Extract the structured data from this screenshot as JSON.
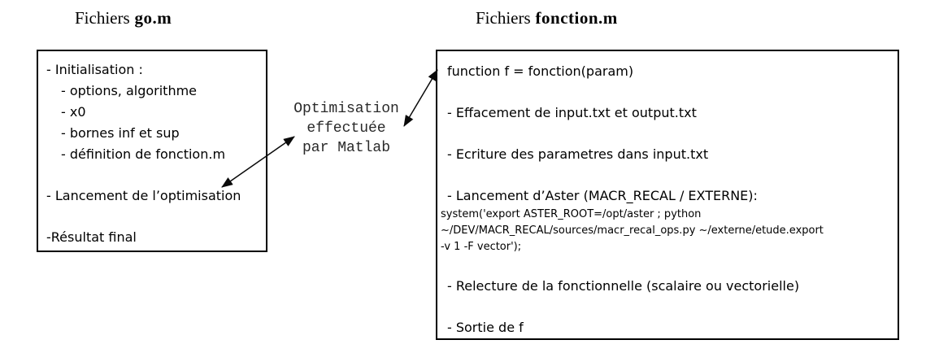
{
  "colors": {
    "background": "#ffffff",
    "ink": "#000000",
    "connector_text": "#2a2a2a"
  },
  "left_panel": {
    "title_prefix": "Fichiers",
    "title_filename": "go.m",
    "lines": {
      "initialisation": "- Initialisation :",
      "options": "- options, algorithme",
      "x0": "- x0",
      "bornes": "- bornes inf et sup",
      "definition": "- définition de fonction.m",
      "lancement": "- Lancement de l’optimisation",
      "resultat": "-Résultat final"
    }
  },
  "connector": {
    "label_line1": "Optimisation",
    "label_line2": "effectuée",
    "label_line3": "par Matlab",
    "arrow_style": "double-headed"
  },
  "right_panel": {
    "title_prefix": "Fichiers",
    "title_filename": "fonction.m",
    "lines": {
      "signature": "function f = fonction(param)",
      "effacement": "- Effacement de input.txt et output.txt",
      "ecriture": "- Ecriture des parametres dans input.txt",
      "lancement_aster": "- Lancement d’Aster (MACR_RECAL / EXTERNE):",
      "code1": "system('export ASTER_ROOT=/opt/aster ; python",
      "code2": "~/DEV/MACR_RECAL/sources/macr_recal_ops.py ~/externe/etude.export",
      "code3": "-v 1 -F vector');",
      "relecture": "- Relecture de la fonctionnelle (scalaire ou vectorielle)",
      "sortie": "- Sortie de f"
    }
  }
}
